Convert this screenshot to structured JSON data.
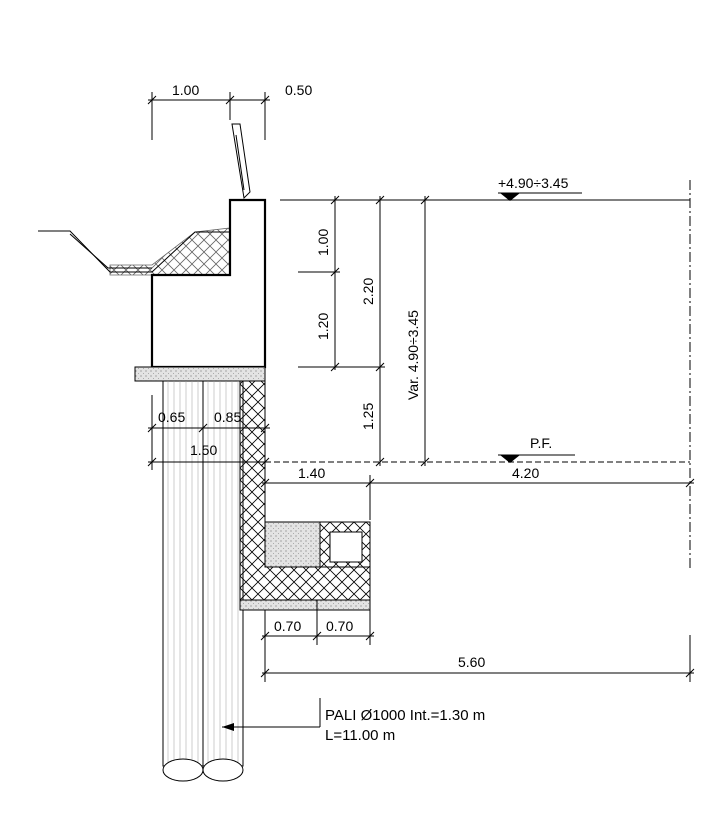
{
  "dimensions": {
    "top_left": "1.00",
    "top_right": "0.50",
    "wall_upper": "1.00",
    "wall_middle": "1.20",
    "wall_total": "2.20",
    "lower_height": "1.25",
    "variable_height": "Var. 4.90÷3.45",
    "pile_left": "0.65",
    "pile_right": "0.85",
    "cap_width": "1.50",
    "slab_inner": "1.40",
    "slab_outer": "4.20",
    "base_left": "0.70",
    "base_right": "0.70",
    "total_width": "5.60"
  },
  "levels": {
    "top": "+4.90÷3.45",
    "floor": "P.F."
  },
  "pile_note": {
    "line1": "PALI Ø1000 Int.=1.30 m",
    "line2": "L=11.00 m"
  },
  "colors": {
    "line": "#000000",
    "hatch": "#000000",
    "lean_concrete": "#d9d9d9",
    "background": "#ffffff"
  }
}
